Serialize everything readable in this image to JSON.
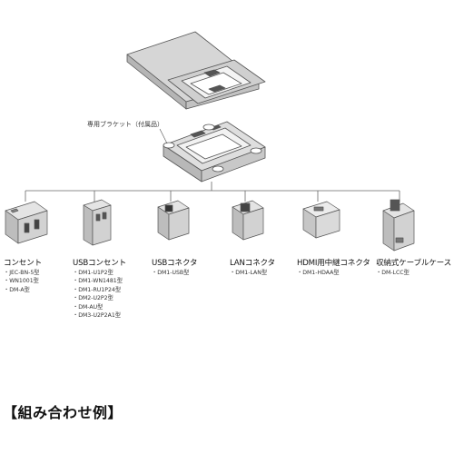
{
  "bracket_label": "専用ブラケット（付属品）",
  "modules": [
    {
      "title": "コンセント",
      "models": [
        "JEC-BN-5型",
        "WN1001型",
        "DM-A型"
      ]
    },
    {
      "title": "USBコンセント",
      "models": [
        "DM1-U1P2型",
        "DM1-WN1481型",
        "DM1-RU1P24型",
        "DM2-U2P2型",
        "DM-AU型",
        "DM3-U2P2A1型"
      ]
    },
    {
      "title": "USBコネクタ",
      "models": [
        "DM1-USB型"
      ]
    },
    {
      "title": "LANコネクタ",
      "models": [
        "DM1-LAN型"
      ]
    },
    {
      "title": "HDMI用中継コネクタ",
      "models": [
        "DM1-HDAA型"
      ]
    },
    {
      "title": "収納式ケーブルケース",
      "models": [
        "DM-LCC型"
      ]
    }
  ],
  "section_heading": "【組み合わせ例】",
  "colors": {
    "line": "#555555",
    "fill_light": "#e6e6e6",
    "fill_mid": "#c8c8c8",
    "fill_dark": "#9a9a9a"
  }
}
